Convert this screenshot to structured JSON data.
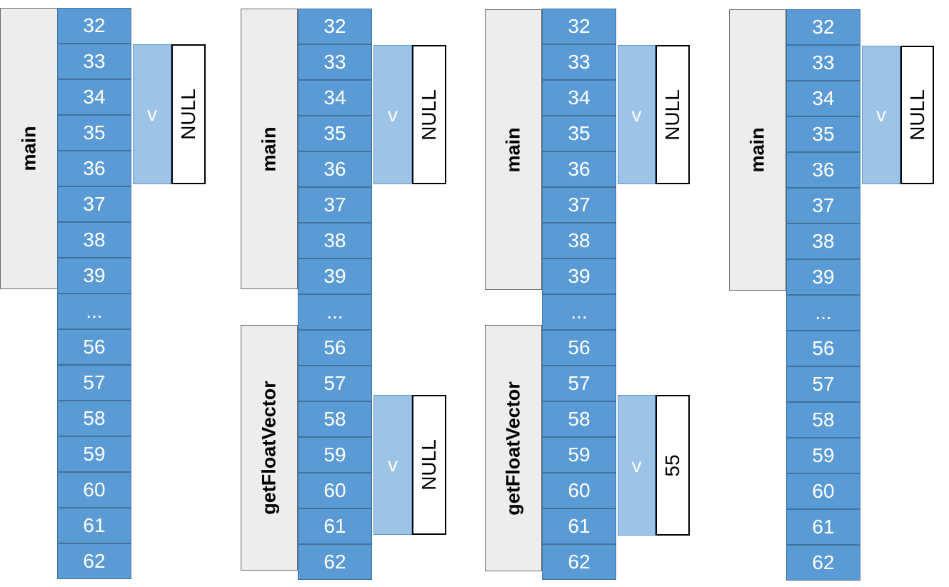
{
  "addresses": [
    "32",
    "33",
    "34",
    "35",
    "36",
    "37",
    "38",
    "39",
    "...",
    "56",
    "57",
    "58",
    "59",
    "60",
    "61",
    "62"
  ],
  "frames": {
    "main": "main",
    "get_float_vector": "getFloatVector"
  },
  "panels": [
    {
      "main_var": {
        "name": "v",
        "value": "NULL"
      }
    },
    {
      "main_var": {
        "name": "v",
        "value": "NULL"
      },
      "func_var": {
        "name": "v",
        "value": "NULL"
      }
    },
    {
      "main_var": {
        "name": "v",
        "value": "NULL"
      },
      "func_var": {
        "name": "v",
        "value": "55"
      }
    },
    {
      "main_var": {
        "name": "v",
        "value": "NULL"
      }
    }
  ],
  "colors": {
    "address_cell": "#5b9bd5",
    "variable_cell": "#9dc3e6",
    "frame_fill": "#ededed",
    "value_fill": "#ffffff"
  }
}
